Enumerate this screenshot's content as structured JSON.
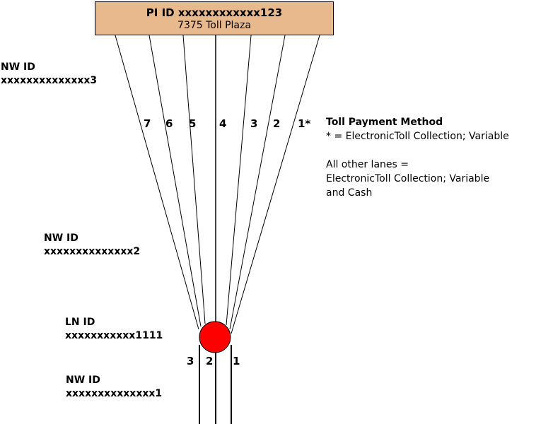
{
  "plaza": {
    "id": "PI ID xxxxxxxxxxxx123",
    "name": "7375 Toll Plaza"
  },
  "nw_top": {
    "label": "NW ID",
    "value": "xxxxxxxxxxxxxx3"
  },
  "nw_mid": {
    "label": "NW ID",
    "value": "xxxxxxxxxxxxxx2"
  },
  "ln": {
    "label": "LN ID",
    "value": "xxxxxxxxxxx1111"
  },
  "nw_bottom": {
    "label": "NW ID",
    "value": "xxxxxxxxxxxxxx1"
  },
  "upper_lanes": [
    "7",
    "6",
    "5",
    "4",
    "3",
    "2",
    "1*"
  ],
  "lower_lanes": [
    "3",
    "2",
    "1"
  ],
  "legend": {
    "title": "Toll Payment Method",
    "star_line": "* = ElectronicToll Collection; Variable",
    "other_1": "All other lanes =",
    "other_2": "ElectronicToll Collection; Variable",
    "other_3": "and Cash"
  },
  "colors": {
    "plaza_fill": "#e8b98c",
    "node_fill": "#ff0000"
  }
}
